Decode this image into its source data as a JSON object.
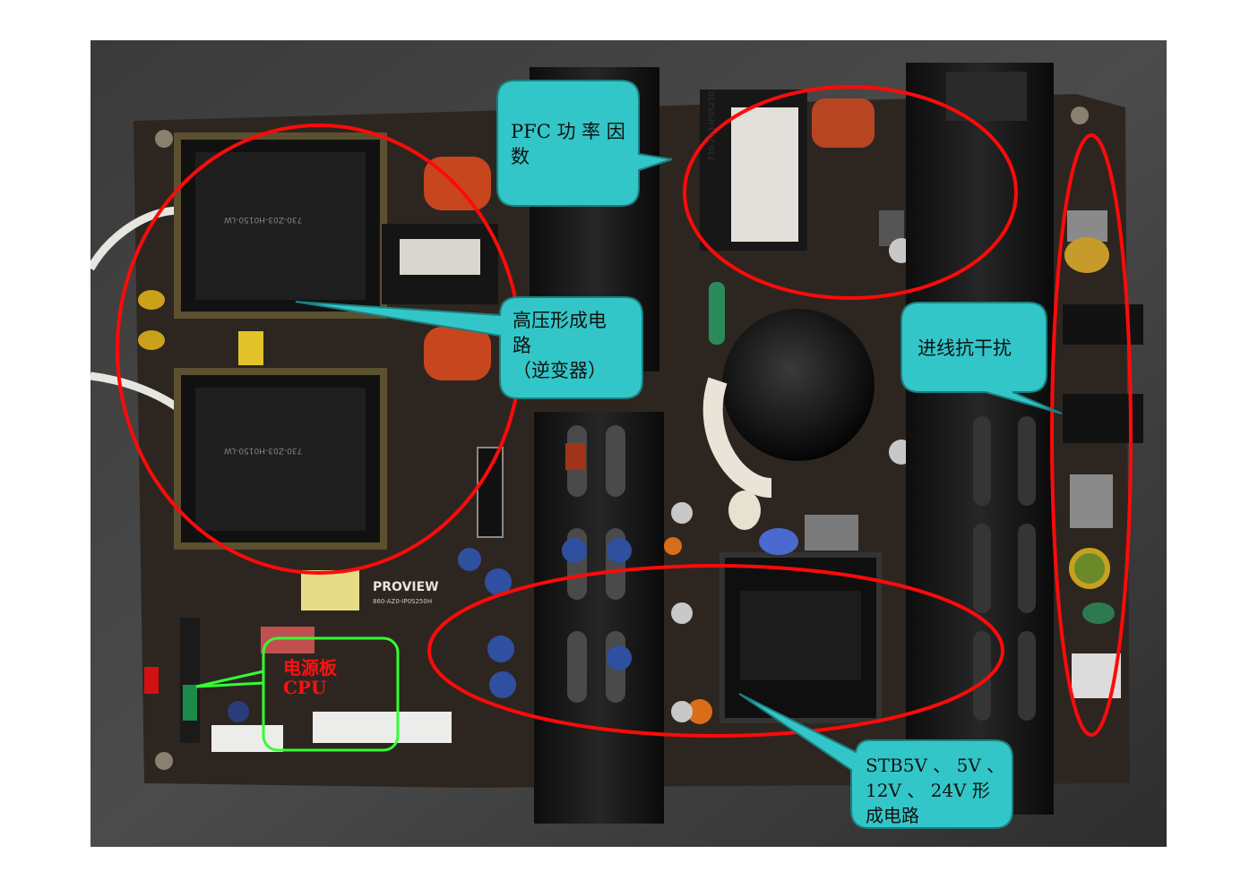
{
  "colors": {
    "background": "#ffffff",
    "board": "#2d2620",
    "callout_fill": "#33c6c8",
    "callout_stroke": "#1d7f80",
    "ellipse_red": "#ff0a0a",
    "highlight_green": "#33ff33",
    "label_red": "#ff1010"
  },
  "silkscreen": {
    "brand": "PROVIEW",
    "part_no": "860-AZ0-IP0S250H",
    "transformer_left_1": "730-Z03-H0150-LW",
    "transformer_left_2": "730-Z03-H0150-LW",
    "transformer_pfc": "730-Z13-IP0S250"
  },
  "callouts": {
    "pfc": [
      "PFC 功 率 因",
      "数"
    ],
    "high_voltage": [
      "高压形成电",
      "路",
      "（逆变器）"
    ],
    "emi": [
      "进线抗干扰"
    ],
    "standby": [
      "STB5V 、 5V 、",
      "12V 、 24V 形",
      "成电路"
    ],
    "cpu": [
      "电源板",
      "CPU"
    ]
  }
}
